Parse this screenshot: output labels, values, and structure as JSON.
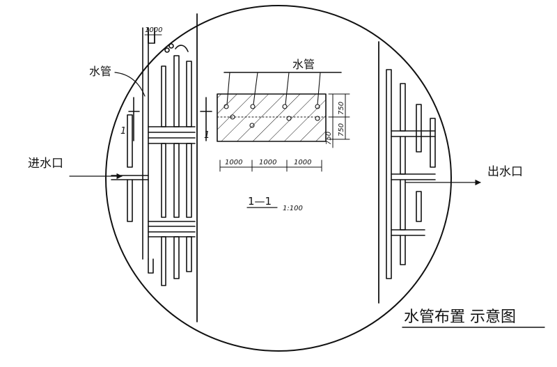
{
  "title": "水管布置 示意图",
  "labels": {
    "pipe_left": "水管",
    "pipe_section": "水管",
    "inlet": "进水口",
    "outlet": "出水口",
    "section_mark_left": "1",
    "section_mark_right": "1",
    "section_title": "1—1",
    "section_scale": "1:100"
  },
  "dimensions": {
    "top_spacing": "1000",
    "bottom_spacings": [
      "1000",
      "1000",
      "1000"
    ],
    "vertical_spacings": [
      "750",
      "750",
      "750"
    ]
  },
  "colors": {
    "ink": "#111111",
    "paper": "#ffffff"
  }
}
